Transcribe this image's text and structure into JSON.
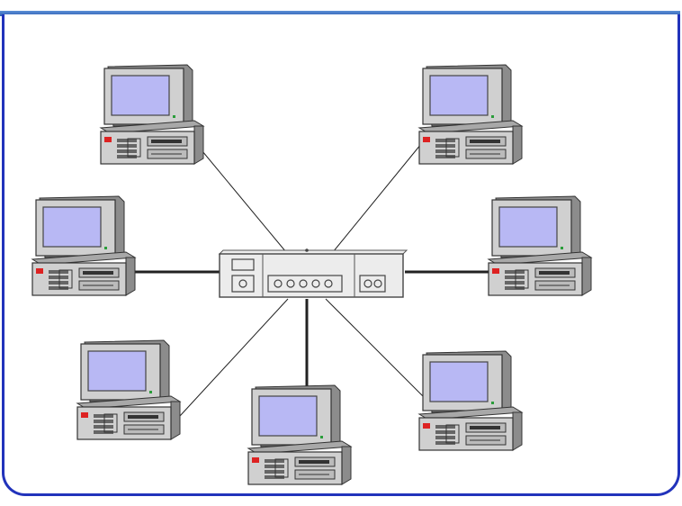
{
  "diagram": {
    "hub": {
      "icon": "network-hub-icon",
      "port_count": 7
    },
    "computers": [
      {
        "name": "computer-top-left",
        "icon": "desktop-computer-icon"
      },
      {
        "name": "computer-top-right",
        "icon": "desktop-computer-icon"
      },
      {
        "name": "computer-middle-left",
        "icon": "desktop-computer-icon"
      },
      {
        "name": "computer-middle-right",
        "icon": "desktop-computer-icon"
      },
      {
        "name": "computer-bottom-left",
        "icon": "desktop-computer-icon"
      },
      {
        "name": "computer-bottom-center",
        "icon": "desktop-computer-icon"
      },
      {
        "name": "computer-bottom-right",
        "icon": "desktop-computer-icon"
      }
    ],
    "colors": {
      "frame_border": "#2233bb",
      "screen": "#b8b8f4",
      "case": "#d0d0d0",
      "power_led": "#dd2222",
      "cable": "#222222"
    }
  }
}
